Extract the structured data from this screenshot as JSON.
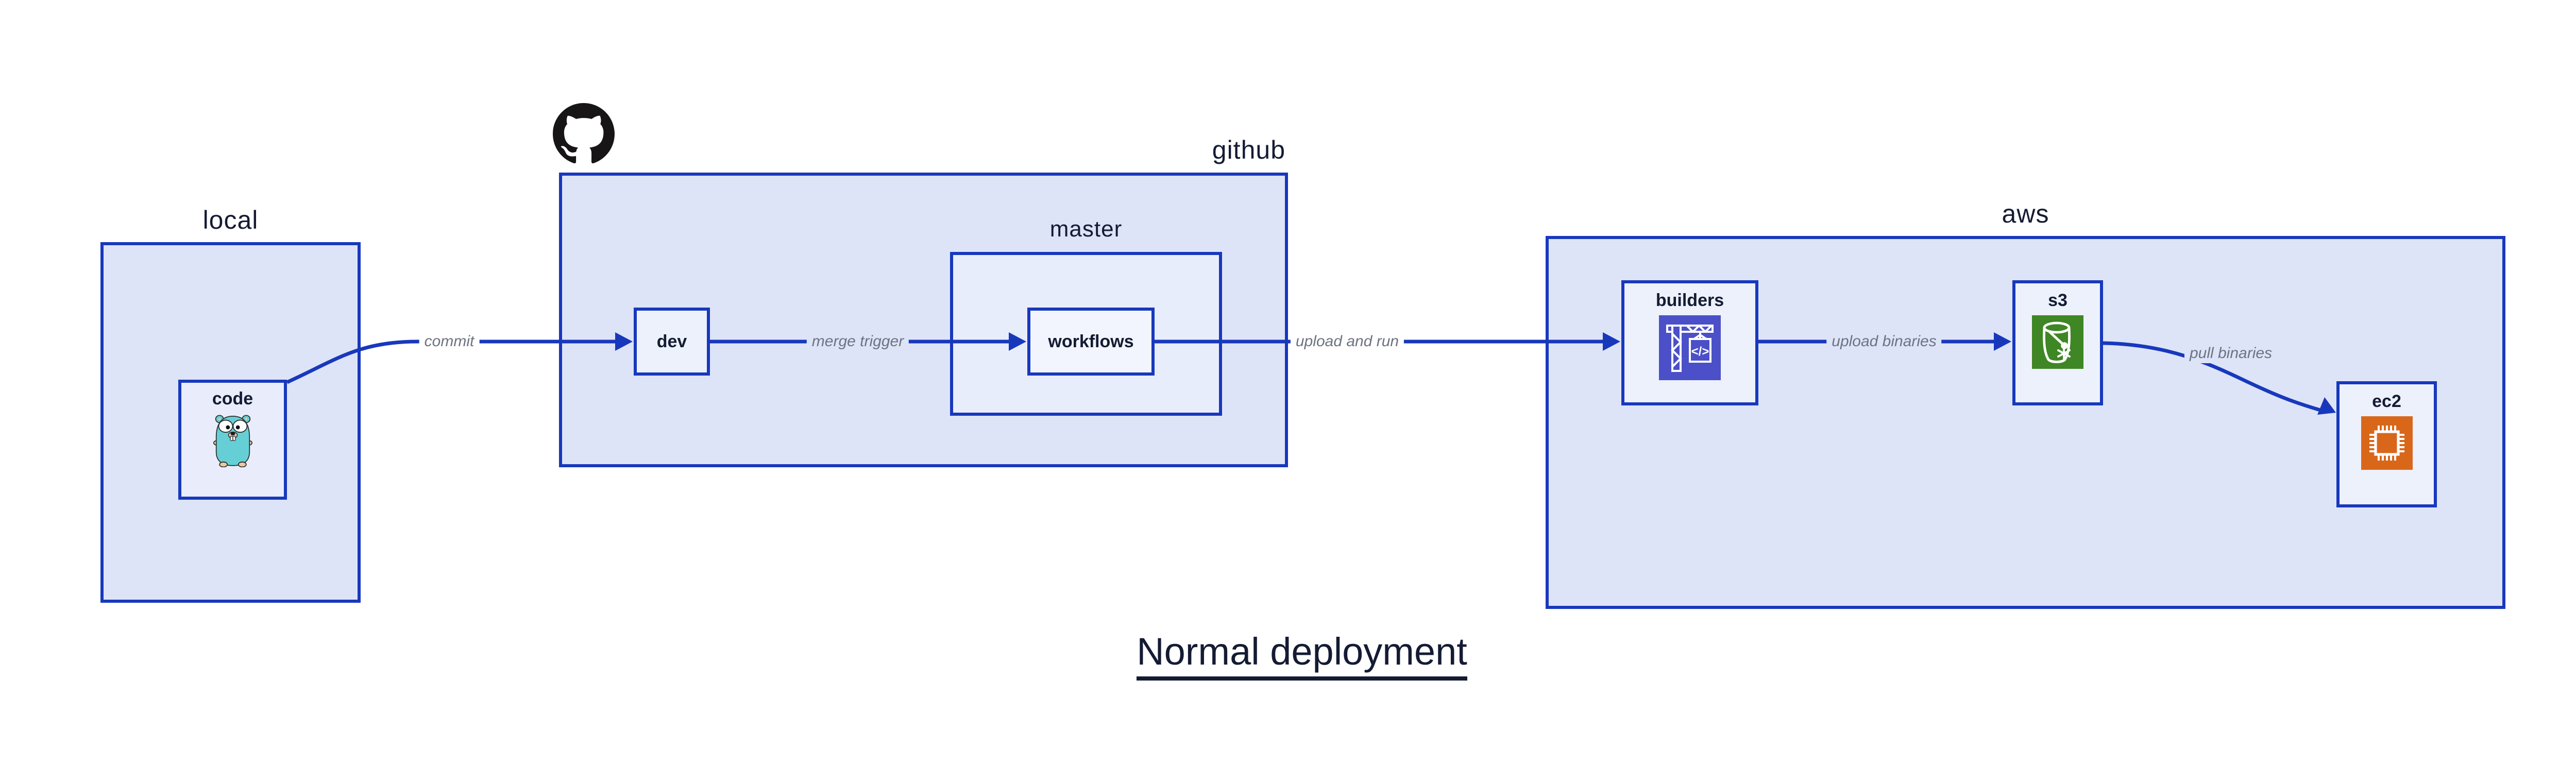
{
  "diagram_title": {
    "text": "Normal deployment"
  },
  "groups": {
    "local": {
      "label": "local"
    },
    "github": {
      "label": "github"
    },
    "master": {
      "label": "master"
    },
    "aws": {
      "label": "aws"
    }
  },
  "nodes": {
    "code": {
      "label": "code",
      "icon": "go-gopher-icon"
    },
    "dev": {
      "label": "dev"
    },
    "workflows": {
      "label": "workflows"
    },
    "builders": {
      "label": "builders",
      "icon": "aws-codebuild-crane-icon"
    },
    "s3": {
      "label": "s3",
      "icon": "aws-s3-bucket-icon"
    },
    "ec2": {
      "label": "ec2",
      "icon": "aws-ec2-chip-icon"
    }
  },
  "edges": {
    "commit": {
      "label": "commit"
    },
    "merge_trigger": {
      "label": "merge trigger"
    },
    "upload_and_run": {
      "label": "upload and run"
    },
    "upload_binaries": {
      "label": "upload binaries"
    },
    "pull_binaries": {
      "label": "pull binaries"
    }
  },
  "icons": {
    "github_logo": "github-octocat-icon"
  },
  "colors": {
    "box_border_blue": "#1838bc",
    "arrow_blue": "#1838bc",
    "group_fill": "#dde4f8",
    "master_fill": "#e8edfb",
    "node_fill": "#edf1fc",
    "edge_label_gray": "#6d7380",
    "text_navy": "#141b33",
    "codebuild_purple": "#4b50c8",
    "s3_green": "#3f8624",
    "ec2_orange": "#d9671a",
    "gopher_teal": "#66cfd6",
    "github_black": "#171515"
  }
}
